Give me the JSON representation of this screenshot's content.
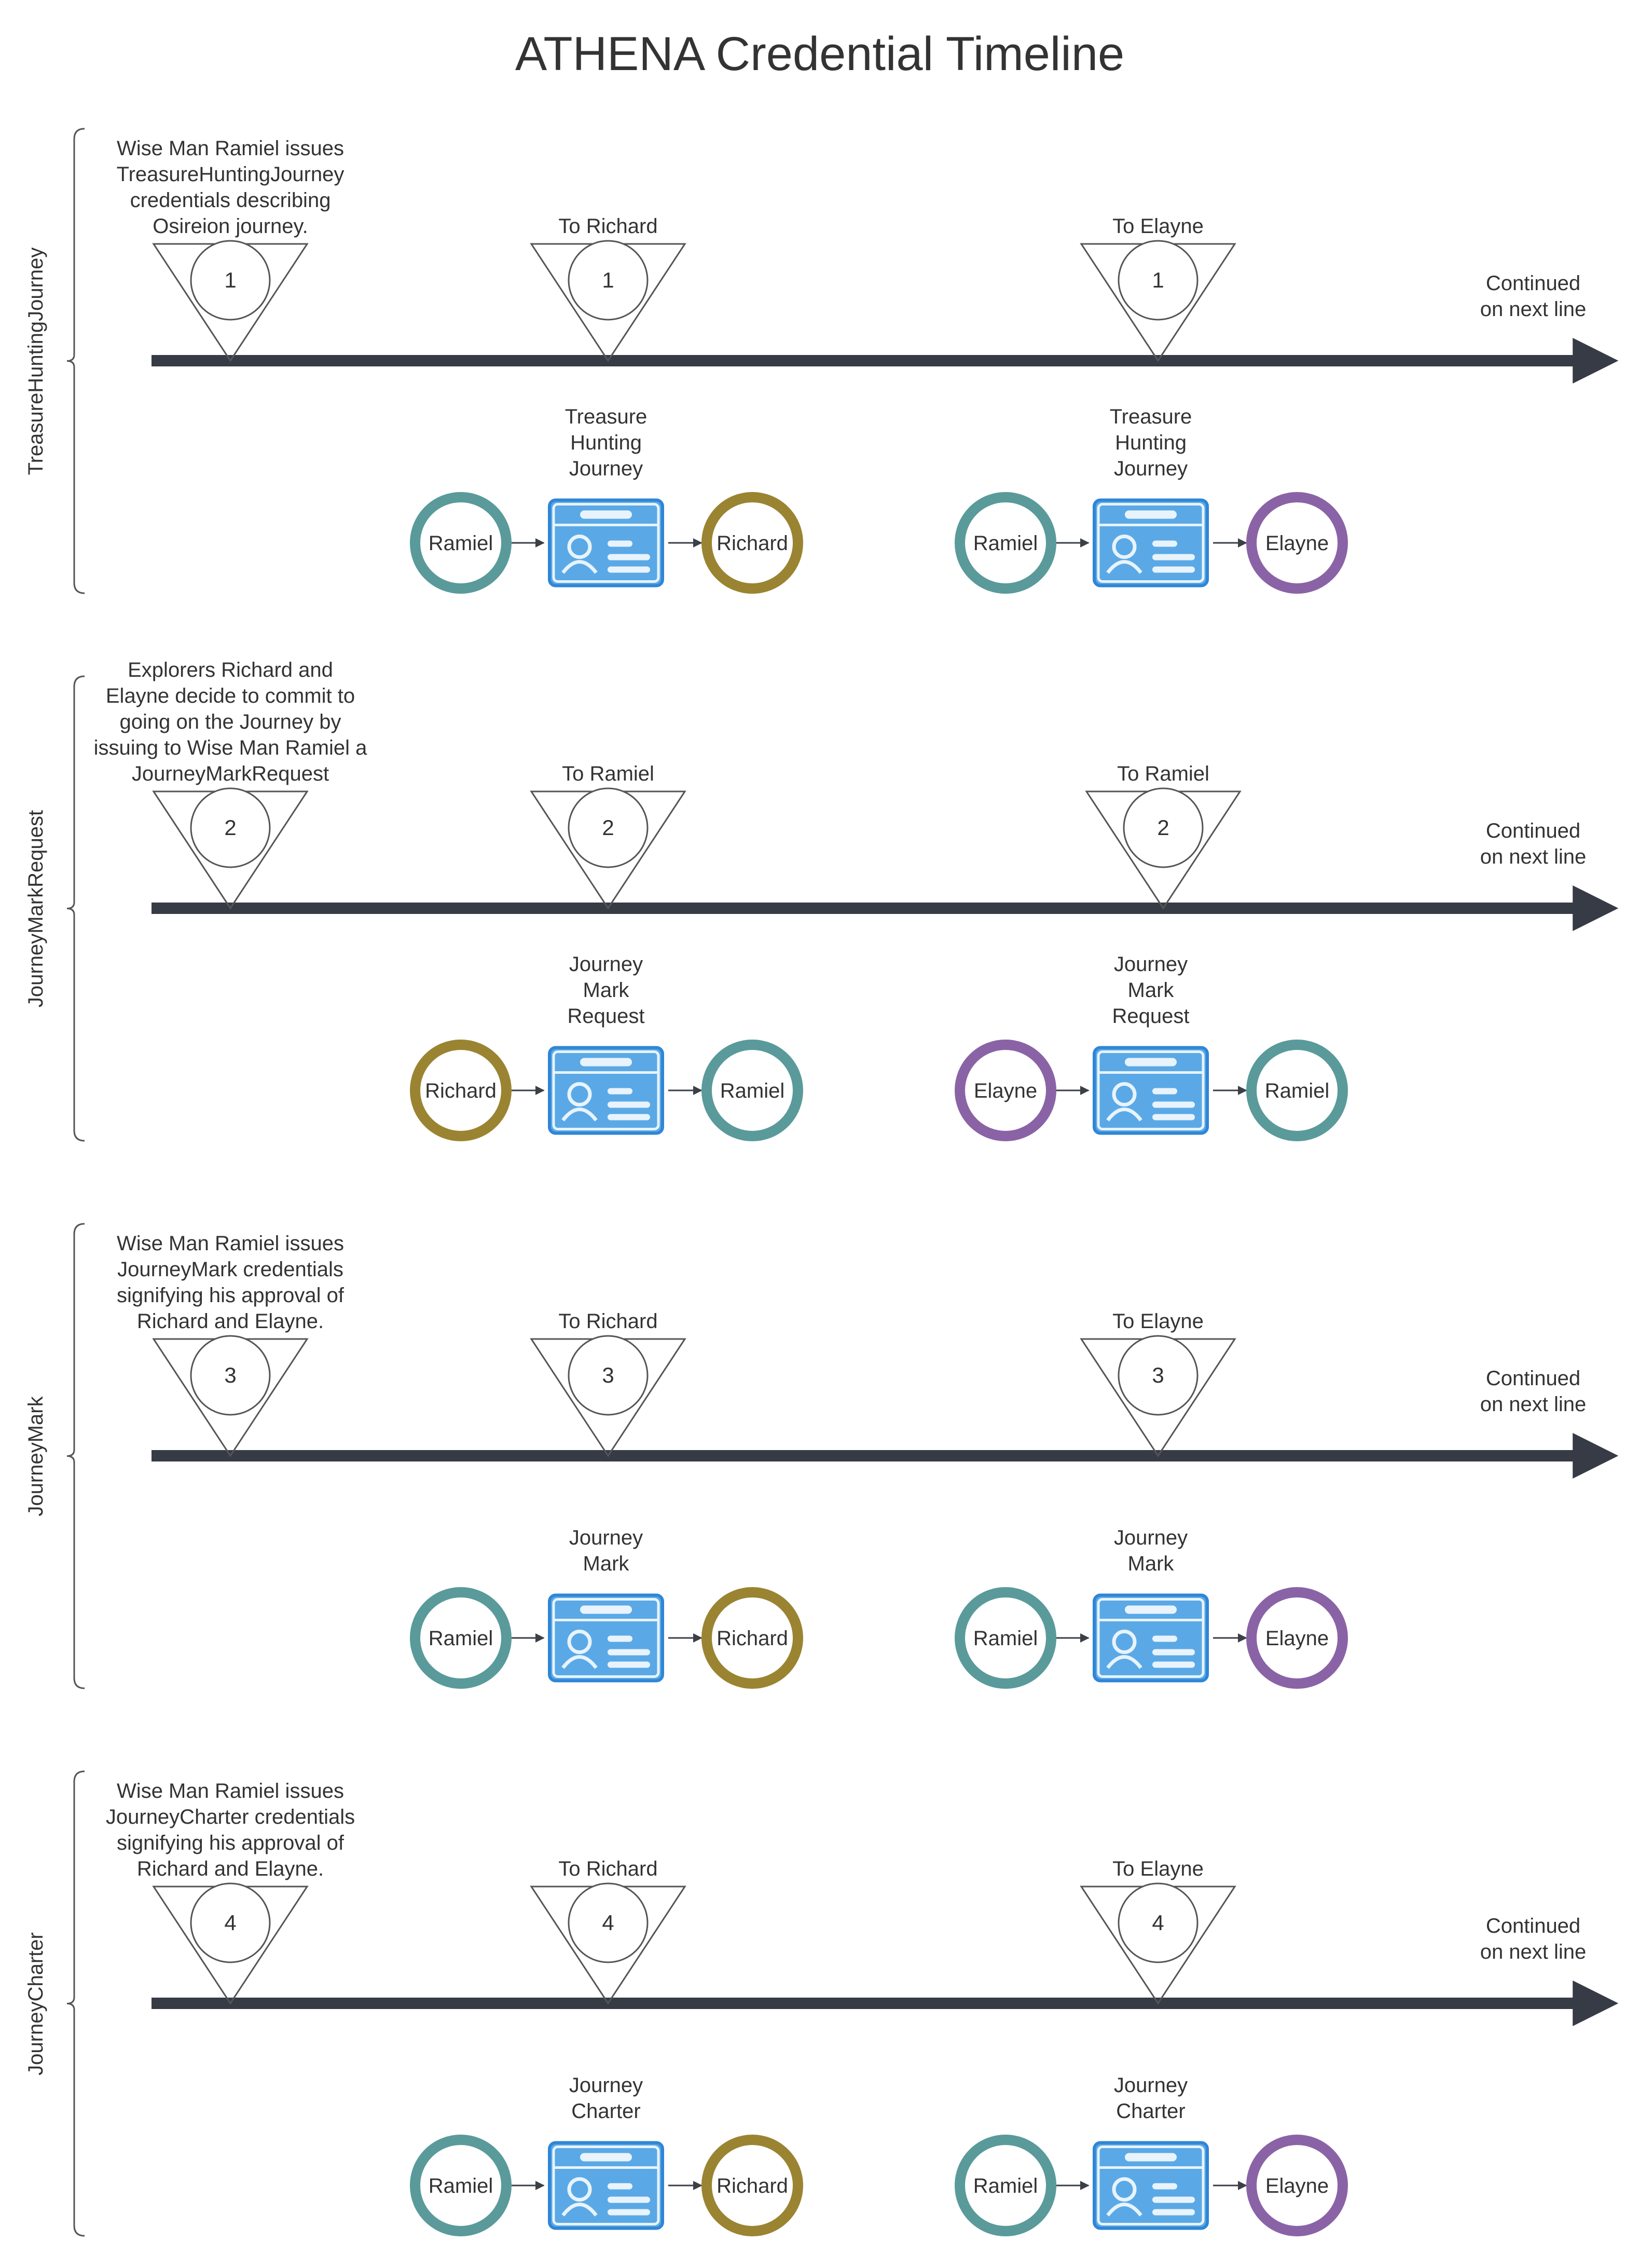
{
  "title": "ATHENA Credential Timeline",
  "colors": {
    "timeline": "#363b45",
    "ramiel": "#5a9a9a",
    "richard": "#9a8432",
    "elayne": "#8a63a6",
    "card_fill": "#5aa9e6",
    "card_dark": "#2f86d6",
    "line": "#3b3f47",
    "text": "#333333"
  },
  "icons": [
    "triangle-marker-icon",
    "credential-card-icon",
    "arrow-right-icon",
    "brace-icon"
  ],
  "sections": [
    {
      "label": "TreasureHuntingJourney",
      "step": "1",
      "description": [
        "Wise Man Ramiel issues",
        "TreasureHuntingJourney",
        "credentials describing",
        "Osireion journey."
      ],
      "markers": [
        {
          "label": "To Richard",
          "step": "1"
        },
        {
          "label": "To Elayne",
          "step": "1"
        }
      ],
      "continued": [
        "Continued",
        "on next line"
      ],
      "flows": [
        {
          "from": {
            "name": "Ramiel",
            "role": "ramiel"
          },
          "credential": [
            "Treasure",
            "Hunting",
            "Journey"
          ],
          "to": {
            "name": "Richard",
            "role": "richard"
          }
        },
        {
          "from": {
            "name": "Ramiel",
            "role": "ramiel"
          },
          "credential": [
            "Treasure",
            "Hunting",
            "Journey"
          ],
          "to": {
            "name": "Elayne",
            "role": "elayne"
          }
        }
      ]
    },
    {
      "label": "JourneyMarkRequest",
      "step": "2",
      "description": [
        "Explorers Richard and",
        "Elayne decide to commit to",
        "going on the Journey by",
        "issuing to Wise Man Ramiel a",
        "JourneyMarkRequest"
      ],
      "markers": [
        {
          "label": "To Ramiel",
          "step": "2"
        },
        {
          "label": "To Ramiel",
          "step": "2"
        }
      ],
      "continued": [
        "Continued",
        "on next line"
      ],
      "flows": [
        {
          "from": {
            "name": "Richard",
            "role": "richard"
          },
          "credential": [
            "Journey",
            "Mark",
            "Request"
          ],
          "to": {
            "name": "Ramiel",
            "role": "ramiel"
          }
        },
        {
          "from": {
            "name": "Elayne",
            "role": "elayne"
          },
          "credential": [
            "Journey",
            "Mark",
            "Request"
          ],
          "to": {
            "name": "Ramiel",
            "role": "ramiel"
          }
        }
      ]
    },
    {
      "label": "JourneyMark",
      "step": "3",
      "description": [
        "Wise Man Ramiel issues",
        "JourneyMark credentials",
        "signifying his approval of",
        "Richard and Elayne."
      ],
      "markers": [
        {
          "label": "To Richard",
          "step": "3"
        },
        {
          "label": "To Elayne",
          "step": "3"
        }
      ],
      "continued": [
        "Continued",
        "on next line"
      ],
      "flows": [
        {
          "from": {
            "name": "Ramiel",
            "role": "ramiel"
          },
          "credential": [
            "Journey",
            "Mark"
          ],
          "to": {
            "name": "Richard",
            "role": "richard"
          }
        },
        {
          "from": {
            "name": "Ramiel",
            "role": "ramiel"
          },
          "credential": [
            "Journey",
            "Mark"
          ],
          "to": {
            "name": "Elayne",
            "role": "elayne"
          }
        }
      ]
    },
    {
      "label": "JourneyCharter",
      "step": "4",
      "description": [
        "Wise Man Ramiel issues",
        "JourneyCharter credentials",
        "signifying his approval of",
        "Richard and Elayne."
      ],
      "markers": [
        {
          "label": "To Richard",
          "step": "4"
        },
        {
          "label": "To Elayne",
          "step": "4"
        }
      ],
      "continued": [
        "Continued",
        "on next line"
      ],
      "flows": [
        {
          "from": {
            "name": "Ramiel",
            "role": "ramiel"
          },
          "credential": [
            "Journey",
            "Charter"
          ],
          "to": {
            "name": "Richard",
            "role": "richard"
          }
        },
        {
          "from": {
            "name": "Ramiel",
            "role": "ramiel"
          },
          "credential": [
            "Journey",
            "Charter"
          ],
          "to": {
            "name": "Elayne",
            "role": "elayne"
          }
        }
      ]
    }
  ]
}
